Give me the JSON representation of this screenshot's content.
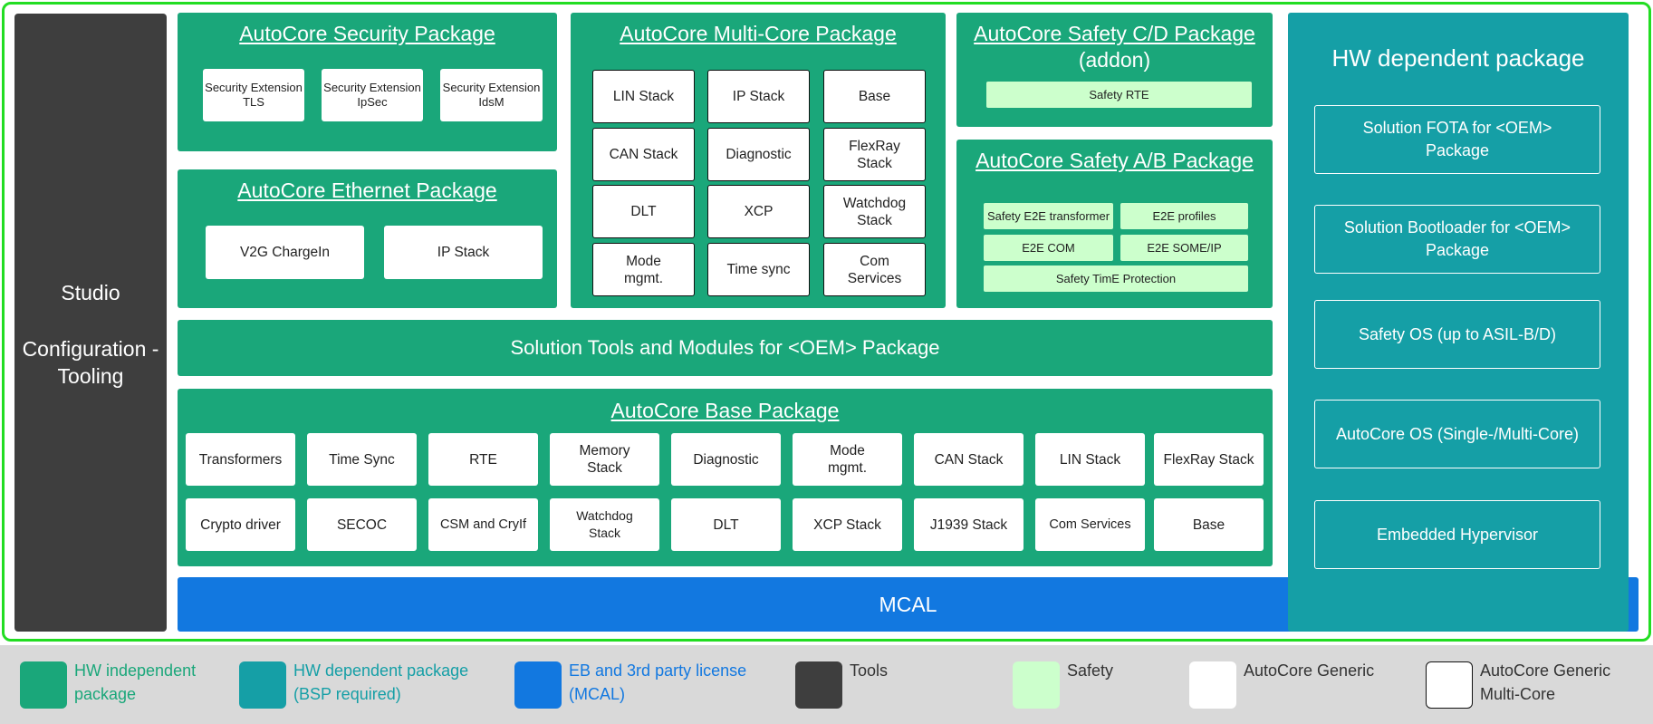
{
  "studio": {
    "title": "Studio",
    "subtitle": "Configuration -Tooling"
  },
  "security": {
    "title": "AutoCore Security Package",
    "items": [
      "Security Extension TLS",
      "Security Extension IpSec",
      "Security Extension IdsM"
    ]
  },
  "ethernet": {
    "title": "AutoCore Ethernet Package",
    "items": [
      "V2G ChargeIn",
      "IP Stack"
    ]
  },
  "multicore": {
    "title": "AutoCore Multi-Core Package",
    "items": [
      "LIN Stack",
      "IP Stack",
      "Base",
      "CAN Stack",
      "Diagnostic",
      "FlexRay Stack",
      "DLT",
      "XCP",
      "Watchdog Stack",
      "Mode mgmt.",
      "Time sync",
      "Com Services"
    ]
  },
  "safety_cd": {
    "title": "AutoCore Safety C/D Package",
    "subtitle": "(addon)",
    "items": [
      "Safety RTE"
    ]
  },
  "safety_ab": {
    "title": "AutoCore Safety A/B Package",
    "items": [
      "Safety E2E transformer",
      "E2E profiles",
      "E2E COM",
      "E2E SOME/IP",
      "Safety TimE Protection"
    ]
  },
  "solution_tools": {
    "label": "Solution Tools and Modules for <OEM> Package"
  },
  "base": {
    "title": "AutoCore Base Package",
    "row1": [
      "Transformers",
      "Time Sync",
      "RTE",
      "Memory Stack",
      "Diagnostic",
      "Mode mgmt.",
      "CAN Stack",
      "LIN Stack",
      "FlexRay Stack"
    ],
    "row2": [
      "Crypto driver",
      "SECOC",
      "CSM and CryIf",
      "Watchdog Stack",
      "DLT",
      "XCP Stack",
      "J1939 Stack",
      "Com Services",
      "Base"
    ]
  },
  "mcal": {
    "label": "MCAL"
  },
  "hw": {
    "title": "HW dependent package",
    "items": [
      "Solution FOTA for <OEM> Package",
      "Solution Bootloader for <OEM> Package",
      "Safety OS (up to ASIL-B/D)",
      "AutoCore OS  (Single-/Multi-Core)",
      "Embedded Hypervisor"
    ]
  },
  "legend": [
    {
      "label": "HW independent package",
      "color": "#1aa77a",
      "text_color": "#1aa77a"
    },
    {
      "label": "HW dependent package (BSP required)",
      "color": "#159fa6",
      "text_color": "#159fa6"
    },
    {
      "label": "EB and 3rd party license (MCAL)",
      "color": "#1278e0",
      "text_color": "#1278e0"
    },
    {
      "label": "Tools",
      "color": "#3e3e3e",
      "text_color": "#333333"
    },
    {
      "label": "Safety",
      "color": "#ccffcc",
      "text_color": "#333333"
    },
    {
      "label": "AutoCore Generic",
      "color": "#ffffff",
      "text_color": "#333333"
    },
    {
      "label": "AutoCore Generic Multi-Core",
      "color": "#ffffff",
      "text_color": "#333333"
    }
  ]
}
